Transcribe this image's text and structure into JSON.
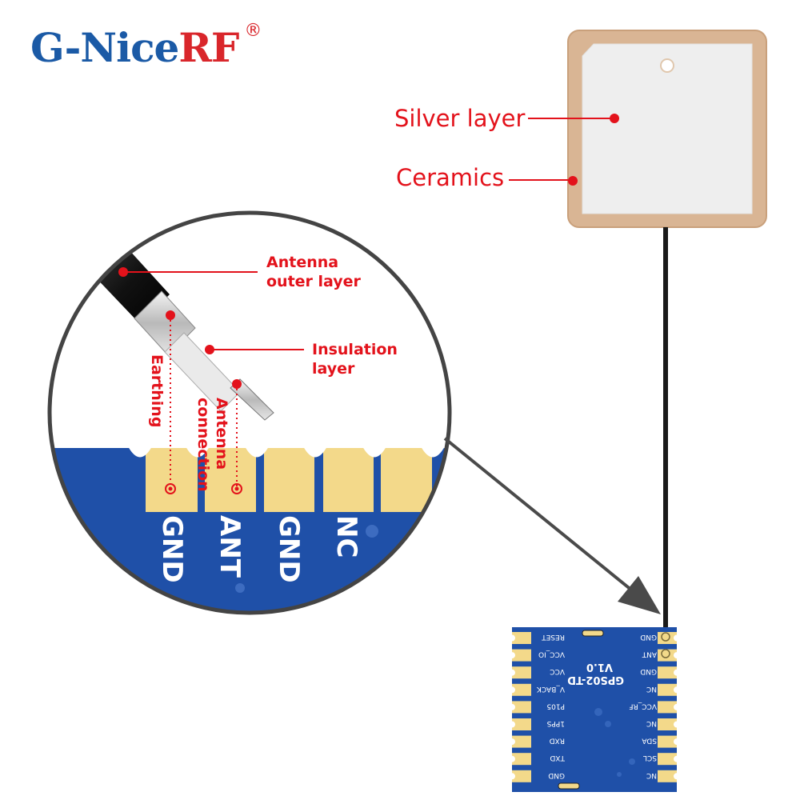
{
  "logo": {
    "part1": "G-Nice",
    "part2": "RF",
    "reg": "®"
  },
  "patch_labels": {
    "silver": "Silver layer",
    "ceramics": "Ceramics"
  },
  "zoom_labels": {
    "outer_line1": "Antenna",
    "outer_line2": "outer layer",
    "insul_line1": "Insulation",
    "insul_line2": "layer",
    "earthing": "Earthing",
    "antconn_line1": "Antenna",
    "antconn_line2": "connection"
  },
  "zoom_pads": [
    "GND",
    "ANT",
    "GND",
    "NC"
  ],
  "module": {
    "name": "GPS02-TD",
    "version": "V1.0",
    "left_pins": [
      "RESET",
      "VCC_IO",
      "VCC",
      "V_BACK",
      "P105",
      "1PPS",
      "RXD",
      "TXD",
      "GND"
    ],
    "right_pins": [
      "GND",
      "ANT",
      "GND",
      "NC",
      "VCC_RF",
      "NC",
      "SDA",
      "SCL",
      "NC"
    ]
  },
  "colors": {
    "label_red": "#e3121b",
    "pcb_blue": "#1f50a8",
    "pad_gold": "#f3d98a",
    "ceramic": "#d9b594",
    "silver": "#eeeeee",
    "logo_blue": "#1b5aa6",
    "logo_red": "#d9262b"
  }
}
